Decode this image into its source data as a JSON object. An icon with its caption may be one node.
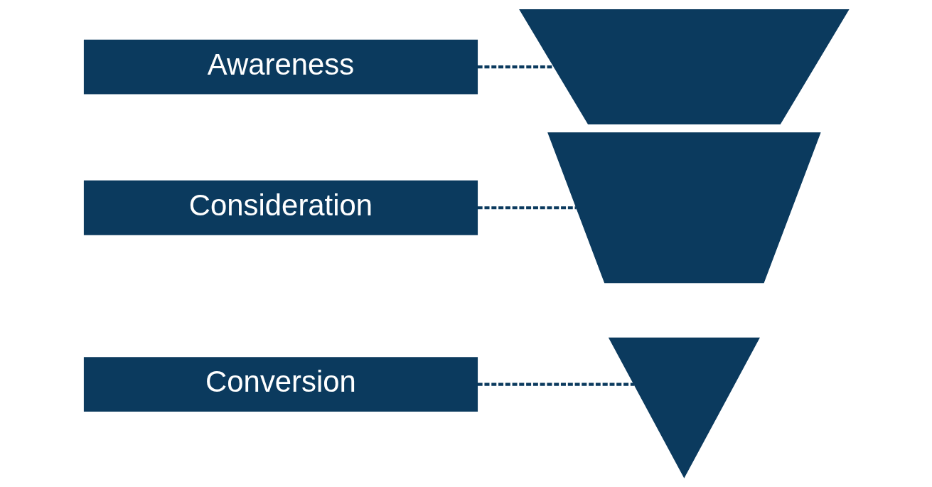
{
  "diagram": {
    "nodes": [
      {
        "text": [
          "Awareness"
        ]
      },
      {
        "text": [
          "Consideration"
        ]
      },
      {
        "text": [
          "Conversion"
        ]
      },
      {
        "text": [],
        "shape": "trapezoid"
      },
      {
        "text": [],
        "shape": "trapezoid"
      },
      {
        "text": [],
        "shape": "triangle"
      }
    ],
    "edges": [
      {
        "from": 0,
        "to": 3,
        "arrow": "none",
        "style": "dashed"
      },
      {
        "from": 1,
        "to": 4,
        "arrow": "none",
        "style": "dashed"
      },
      {
        "from": 2,
        "to": 5,
        "arrow": "none",
        "style": "dashed"
      }
    ]
  }
}
